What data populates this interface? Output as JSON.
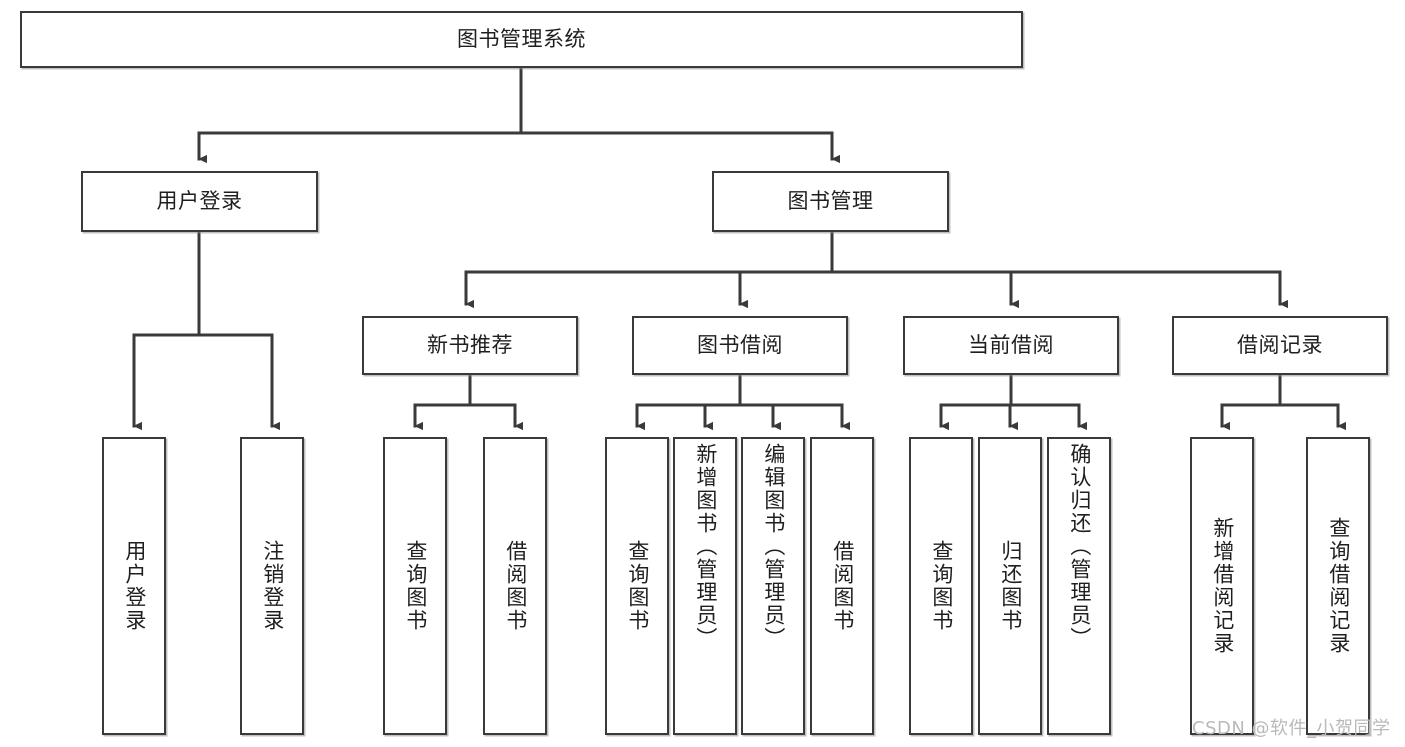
{
  "diagram": {
    "title": "图书管理系统",
    "type": "tree-hierarchy-chart",
    "root": {
      "id": "root",
      "label": "图书管理系统"
    },
    "level2": [
      {
        "id": "user-login",
        "label": "用户登录"
      },
      {
        "id": "book-manage",
        "label": "图书管理"
      }
    ],
    "level3": [
      {
        "id": "new-book-recommend",
        "label": "新书推荐"
      },
      {
        "id": "book-borrow",
        "label": "图书借阅"
      },
      {
        "id": "current-borrow",
        "label": "当前借阅"
      },
      {
        "id": "borrow-record",
        "label": "借阅记录"
      }
    ],
    "leaves": {
      "user_login": [
        {
          "id": "leaf-user-login",
          "label": "用户登录"
        },
        {
          "id": "leaf-user-logout",
          "label": "注销登录"
        }
      ],
      "new_book_recommend": [
        {
          "id": "leaf-query-book-1",
          "label": "查询图书"
        },
        {
          "id": "leaf-borrow-book-1",
          "label": "借阅图书"
        }
      ],
      "book_borrow": [
        {
          "id": "leaf-query-book-2",
          "label": "查询图书"
        },
        {
          "id": "leaf-add-book",
          "label": "新增图书（管理员）"
        },
        {
          "id": "leaf-edit-book",
          "label": "编辑图书（管理员）"
        },
        {
          "id": "leaf-borrow-book-2",
          "label": "借阅图书"
        }
      ],
      "current_borrow": [
        {
          "id": "leaf-query-book-3",
          "label": "查询图书"
        },
        {
          "id": "leaf-return-book",
          "label": "归还图书"
        },
        {
          "id": "leaf-confirm-return",
          "label": "确认归还（管理员）"
        }
      ],
      "borrow_record": [
        {
          "id": "leaf-add-record",
          "label": "新增借阅记录"
        },
        {
          "id": "leaf-query-record",
          "label": "查询借阅记录"
        }
      ]
    }
  },
  "watermark": {
    "text": "CSDN @软件_小贺同学"
  },
  "colors": {
    "box_border": "#3a3a3a",
    "box_fill": "#ffffff",
    "connector": "#3a3a3a",
    "text": "#1f1f1f",
    "watermark": "#b9b9b9",
    "background": "#ffffff"
  }
}
